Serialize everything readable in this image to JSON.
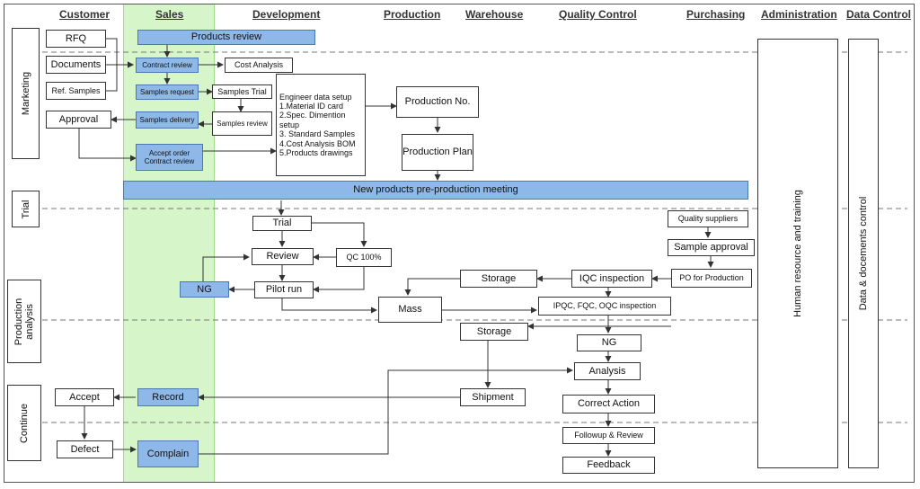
{
  "columns": {
    "customer": "Customer",
    "sales": "Sales",
    "development": "Development",
    "production": "Production",
    "warehouse": "Warehouse",
    "quality_control": "Quality Control",
    "purchasing": "Purchasing",
    "administration": "Administration",
    "data_control": "Data Control"
  },
  "phases": {
    "marketing": "Marketing",
    "trial": "Trial",
    "production_analysis": "Production analysis",
    "continue": "Continue"
  },
  "side_columns": {
    "hr": "Human resource and training",
    "docs": "Data & docements control"
  },
  "nodes": {
    "rfq": "RFQ",
    "documents": "Documents",
    "ref_samples": "Ref. Samples",
    "approval": "Approval",
    "products_review": "Products review",
    "contract_review": "Contract review",
    "cost_analysis": "Cost Analysis",
    "samples_request": "Samples request",
    "samples_trial": "Samples Trial",
    "samples_review": "Samples review",
    "samples_delivery": "Samples delivery",
    "accept_order_1": "Accept order",
    "accept_order_2": "Contract review",
    "engineer_title": "Engineer data setup",
    "engineer_items": [
      "1.Material ID card",
      "2.Spec. Dimention setup",
      "3. Standard Samples",
      "4.Cost Analysis BOM",
      "5.Products drawings"
    ],
    "production_no": "Production No.",
    "production_plan": "Production Plan",
    "meeting": "New products pre-production meeting",
    "trial": "Trial",
    "review": "Review",
    "qc100": "QC 100%",
    "ng_sales": "NG",
    "pilot_run": "Pilot run",
    "quality_suppliers": "Quality suppliers",
    "sample_approval": "Sample approval",
    "po_production": "PO for Production",
    "storage_1": "Storage",
    "iqc": "IQC inspection",
    "mass": "Mass",
    "ipqc": "IPQC, FQC, OQC inspection",
    "storage_2": "Storage",
    "ng_qc": "NG",
    "analysis": "Analysis",
    "accept": "Accept",
    "record": "Record",
    "shipment": "Shipment",
    "correct_action": "Correct Action",
    "defect": "Defect",
    "complain": "Complain",
    "followup": "Followup & Review",
    "feedback": "Feedback"
  },
  "colors": {
    "sales_band": "#d6f5c9",
    "process_blue": "#8db8e8",
    "line": "#333333"
  }
}
